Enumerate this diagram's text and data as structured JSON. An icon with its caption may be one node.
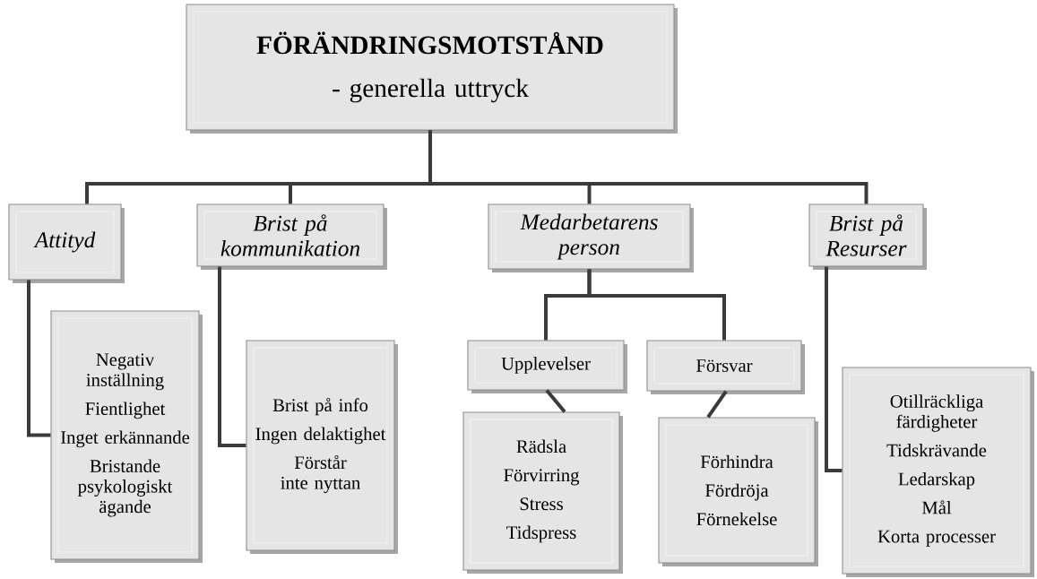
{
  "diagram": {
    "nodes": [
      {
        "text": [
          "FÖRÄNDRINGSMOTSTÅND",
          "- generella uttryck"
        ]
      },
      {
        "text": [
          "Attityd"
        ]
      },
      {
        "text": [
          "Brist på kommunikation"
        ]
      },
      {
        "text": [
          "Medarbetarens person"
        ]
      },
      {
        "text": [
          "Brist på Resurser"
        ]
      },
      {
        "text": [
          "Negativ inställning",
          "Fientlighet",
          "Inget erkännande",
          "Bristande psykologiskt ägande"
        ]
      },
      {
        "text": [
          "Brist på info",
          "Ingen delaktighet",
          "Förstår inte nyttan"
        ]
      },
      {
        "text": [
          "Upplevelser"
        ]
      },
      {
        "text": [
          "Försvar"
        ]
      },
      {
        "text": [
          "Rädsla",
          "Förvirring",
          "Stress",
          "Tidspress"
        ]
      },
      {
        "text": [
          "Förhindra",
          "Fördröja",
          "Förnekelse"
        ]
      },
      {
        "text": [
          "Otillräckliga färdigheter",
          "Tidskrävande",
          "Ledarskap",
          "Mål",
          "Korta processer"
        ]
      }
    ],
    "edges": [
      {
        "from": 0,
        "to": 1,
        "arrow": "none"
      },
      {
        "from": 0,
        "to": 2,
        "arrow": "none"
      },
      {
        "from": 0,
        "to": 3,
        "arrow": "none"
      },
      {
        "from": 0,
        "to": 4,
        "arrow": "none"
      },
      {
        "from": 1,
        "to": 5,
        "arrow": "none"
      },
      {
        "from": 2,
        "to": 6,
        "arrow": "none"
      },
      {
        "from": 3,
        "to": 7,
        "arrow": "none"
      },
      {
        "from": 3,
        "to": 8,
        "arrow": "none"
      },
      {
        "from": 7,
        "to": 9,
        "arrow": "none"
      },
      {
        "from": 8,
        "to": 10,
        "arrow": "none"
      },
      {
        "from": 4,
        "to": 11,
        "arrow": "none"
      }
    ]
  }
}
